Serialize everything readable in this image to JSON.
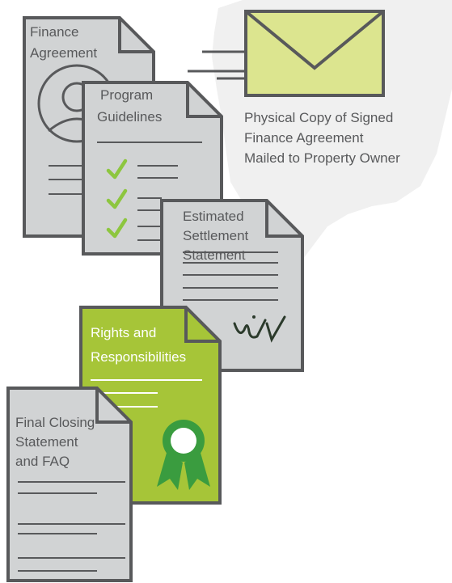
{
  "documents": [
    {
      "id": "finance-agreement",
      "title_lines": [
        "Finance",
        "Agreement"
      ]
    },
    {
      "id": "program-guidelines",
      "title_lines": [
        "Program",
        "Guidelines"
      ]
    },
    {
      "id": "estimated-settlement-statement",
      "title_lines": [
        "Estimated",
        "Settlement",
        "Statement"
      ]
    },
    {
      "id": "rights-and-responsibilities",
      "title_lines": [
        "Rights and",
        "Responsibilities"
      ]
    },
    {
      "id": "final-closing-statement",
      "title_lines": [
        "Final Closing",
        "Statement",
        "and FAQ"
      ]
    }
  ],
  "mail": {
    "caption_lines": [
      "Physical Copy of Signed",
      "Finance Agreement",
      "Mailed to Property Owner"
    ]
  },
  "colors": {
    "doc_fill": "#d1d3d4",
    "doc_stroke": "#58595b",
    "doc_green": "#a6c538",
    "envelope_fill": "#dce58f",
    "check_green": "#8dc63f",
    "ribbon_green": "#3a9c3f",
    "text": "#58595b",
    "map_gray": "#ececec"
  },
  "icons": {
    "avatar": "person-silhouette-icon",
    "check": "check-mark-icon",
    "signature": "signature-icon",
    "award": "award-ribbon-icon",
    "envelope": "envelope-icon"
  }
}
